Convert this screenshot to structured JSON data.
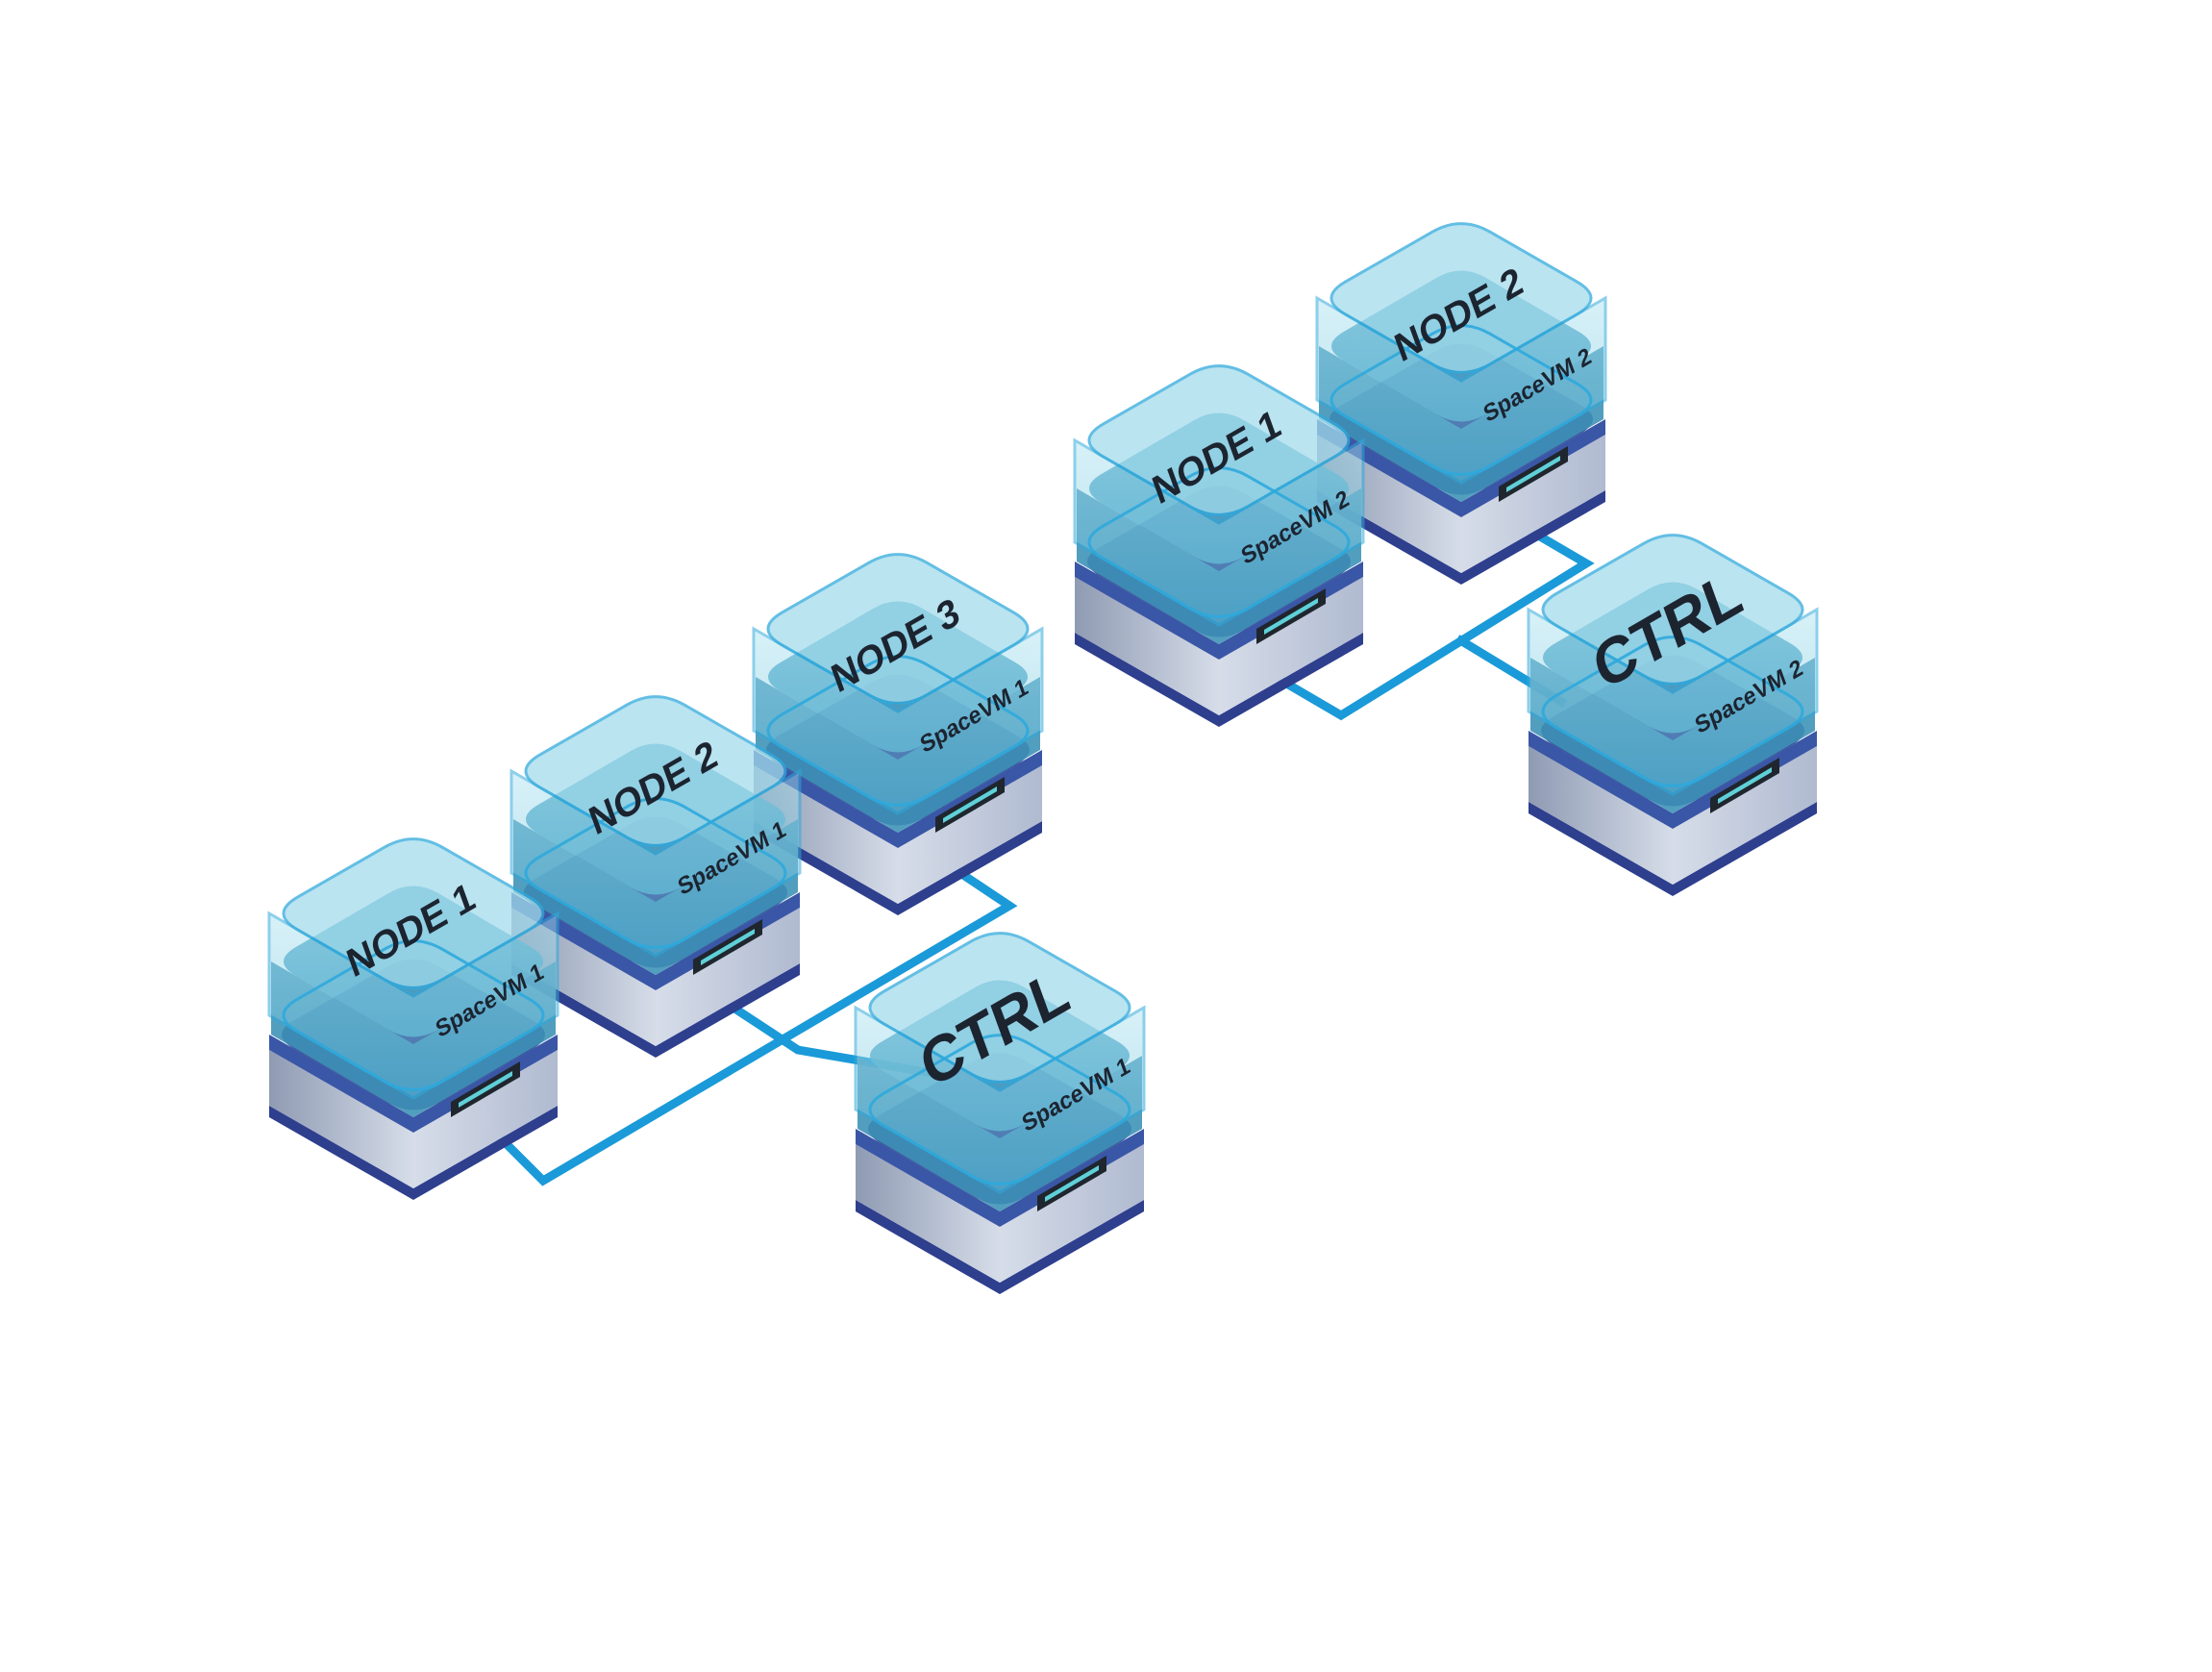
{
  "diagram": {
    "clusters": [
      {
        "id": "cluster-1",
        "nodes": [
          {
            "id": "c1-node1",
            "title": "NODE 1",
            "subtitle": "SpaceVM 1",
            "kind": "node"
          },
          {
            "id": "c1-node2",
            "title": "NODE 2",
            "subtitle": "SpaceVM 1",
            "kind": "node"
          },
          {
            "id": "c1-node3",
            "title": "NODE 3",
            "subtitle": "SpaceVM 1",
            "kind": "node"
          },
          {
            "id": "c1-ctrl",
            "title": "CTRL",
            "subtitle": "SpaceVM 1",
            "kind": "controller"
          }
        ]
      },
      {
        "id": "cluster-2",
        "nodes": [
          {
            "id": "c2-node1",
            "title": "NODE 1",
            "subtitle": "SpaceVM 2",
            "kind": "node"
          },
          {
            "id": "c2-node2",
            "title": "NODE 2",
            "subtitle": "SpaceVM 2",
            "kind": "node"
          },
          {
            "id": "c2-ctrl",
            "title": "CTRL",
            "subtitle": "SpaceVM 2",
            "kind": "controller"
          }
        ]
      }
    ],
    "colors": {
      "link": "#1a9ad8",
      "glass_fill": "#7ccde3",
      "glass_edge": "#2fa9dc",
      "glass_inner": "#3f93b8",
      "band_dark": "#2e3f8e",
      "band_mid": "#3a56a6",
      "body_light": "#c3ccdc",
      "body_dark": "#8f9bb3",
      "slot_frame": "#20262e",
      "slot_glow": "#5fd0d8",
      "label_text": "#1c2430"
    }
  }
}
